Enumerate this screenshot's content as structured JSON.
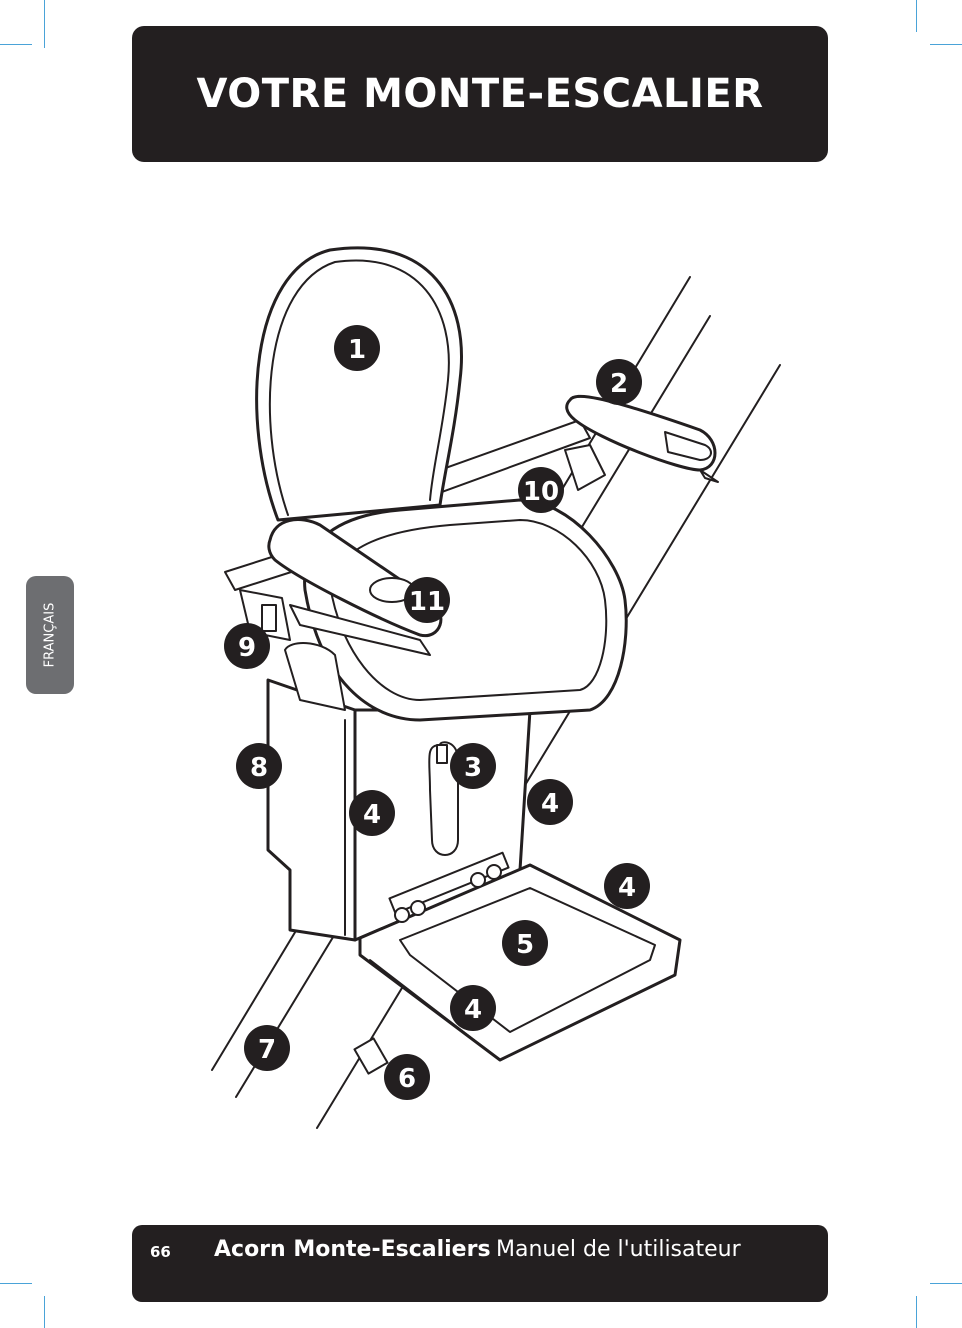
{
  "header": {
    "title": "VOTRE MONTE-ESCALIER"
  },
  "sidetab": {
    "label": "FRANÇAIS"
  },
  "footer": {
    "page_number": "66",
    "brand": "Acorn Monte-Escaliers",
    "title": "Manuel de l'utilisateur"
  },
  "callouts": [
    "1",
    "2",
    "10",
    "11",
    "9",
    "8",
    "3",
    "4",
    "4",
    "4",
    "5",
    "4",
    "7",
    "6"
  ],
  "colors": {
    "dark": "#231f20",
    "tab": "#6d6e71",
    "crop_marks": "#4aa3d8"
  }
}
